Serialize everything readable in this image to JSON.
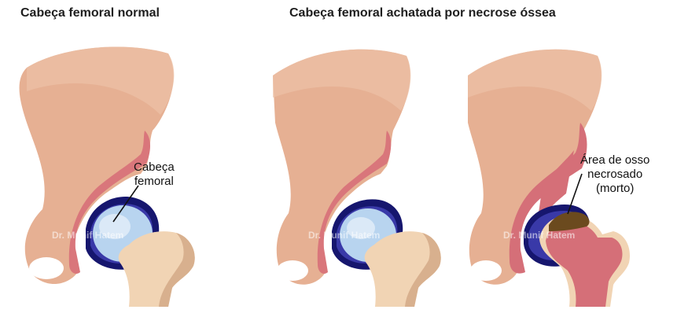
{
  "titles": {
    "left": "Cabeça femoral normal",
    "right": "Cabeça femoral achatada por necrose óssea"
  },
  "labels": {
    "femoral_head_line1": "Cabeça",
    "femoral_head_line2": "femoral",
    "necrosis_line1": "Área de osso",
    "necrosis_line2": "necrosado",
    "necrosis_line3": "(morto)"
  },
  "watermark": "Dr. Munif Hatem",
  "colors": {
    "pelvis": "#e6b093",
    "pelvis_shadow": "#c98b6b",
    "socket": "#d9767b",
    "cartilage_dark": "#16166e",
    "cartilage_mid": "#3939a8",
    "femoral_head": "#b8d4ef",
    "femur": "#f1d4b4",
    "femur_shadow": "#d8b08e",
    "necrotic_bone": "#d56f78",
    "dead_area": "#6b4a1e"
  }
}
